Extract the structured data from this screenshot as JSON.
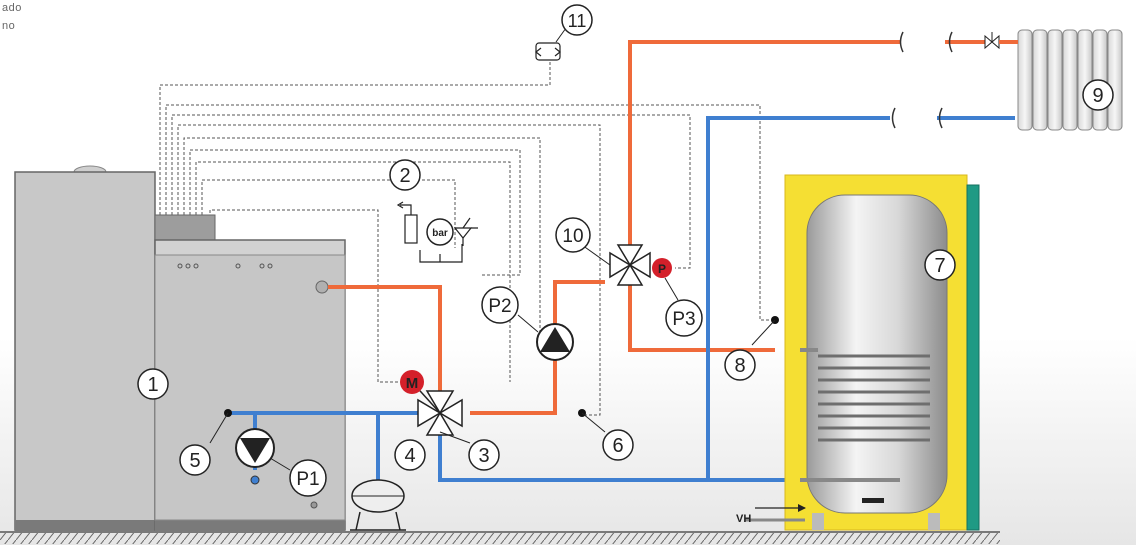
{
  "corner_text": {
    "line1": "ado",
    "line2": "no"
  },
  "labels": {
    "boiler": "1",
    "expansion_safety_group": "2",
    "mixing_valve": "3",
    "expansion_vessel": "4",
    "sensor_return": "5",
    "sensor_flow": "6",
    "dhw_tank": "7",
    "tank_sensor": "8",
    "radiator": "9",
    "diverter_valve": "10",
    "room_thermostat": "11",
    "pump_p1": "P1",
    "pump_p2": "P2",
    "pump_p3": "P3"
  },
  "symbols": {
    "motor": "M",
    "valve_actuator": "P",
    "manometer": "bar",
    "cold_water_inlet": "VH"
  },
  "colors": {
    "hot_pipe": "#ef6a3a",
    "cold_pipe": "#3f7fd0",
    "motor_red": "#d4202a",
    "insulation": "#f5df33",
    "tank_jacket": "#1f9a84",
    "boiler_grey": "#c4c4c4",
    "boiler_panel": "#a9a9a9"
  }
}
